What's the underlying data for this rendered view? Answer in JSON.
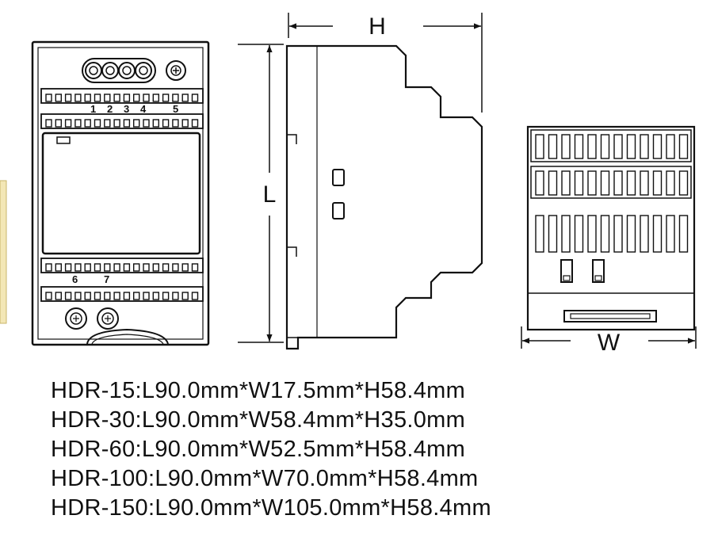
{
  "front_view": {
    "terminal_numbers_top": [
      "1",
      "2",
      "3",
      "4",
      "5"
    ],
    "terminal_numbers_bottom": [
      "6",
      "7"
    ]
  },
  "side_view": {
    "height_label": "H",
    "length_label": "L"
  },
  "end_view": {
    "width_label": "W"
  },
  "colors": {
    "line": "#111111",
    "tab_fill": "#f3e7b6",
    "background": "#ffffff"
  },
  "dimensions": [
    "HDR-15:L90.0mm*W17.5mm*H58.4mm",
    "HDR-30:L90.0mm*W58.4mm*H35.0mm",
    "HDR-60:L90.0mm*W52.5mm*H58.4mm",
    "HDR-100:L90.0mm*W70.0mm*H58.4mm",
    "HDR-150:L90.0mm*W105.0mm*H58.4mm"
  ]
}
